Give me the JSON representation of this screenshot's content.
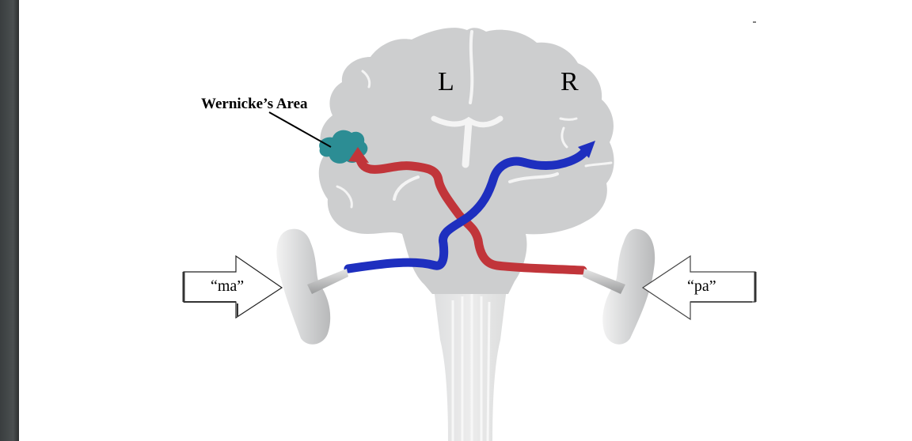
{
  "labels": {
    "left_hemisphere": "L",
    "right_hemisphere": "R",
    "wernicke": "Wernicke’s Area",
    "left_ear_sound": "“ma”",
    "right_ear_sound": "“pa”"
  },
  "colors": {
    "left_pathway": "#c1353a",
    "right_pathway": "#1e2fbf",
    "wernicke_area": "#2c8d94",
    "brain": "#cdcecf",
    "side_bar": "#424647"
  },
  "icons": {
    "left_arrow": "arrow-right-icon",
    "right_arrow": "arrow-left-icon",
    "left_ear": "ear-icon",
    "right_ear": "ear-icon"
  }
}
